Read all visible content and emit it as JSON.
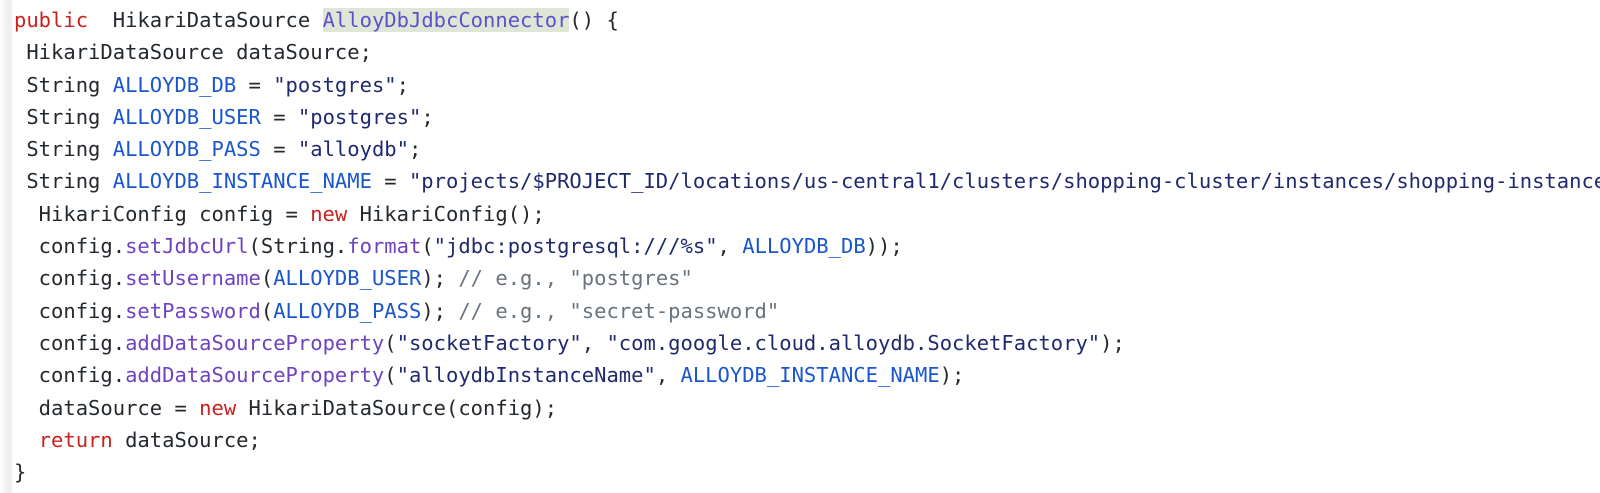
{
  "snippet": {
    "language": "java",
    "theme": {
      "background": "#ffffff",
      "default_text": "#24292e",
      "keyword": "#c9211e",
      "constant": "#1a56cc",
      "string": "#1f2a6e",
      "method": "#6f42c1",
      "comment": "#6a737d",
      "declaration_name": "#5b52c9",
      "declaration_highlight_bg": "#dfe6d8"
    },
    "lines": [
      {
        "id": 1,
        "indent": 0,
        "text": "public  HikariDataSource AlloyDbJdbcConnector() {",
        "tokens": [
          {
            "t": "public",
            "k": "kw"
          },
          {
            "t": "  ",
            "k": "punct"
          },
          {
            "t": "HikariDataSource ",
            "k": "type"
          },
          {
            "t": "AlloyDbJdbcConnector",
            "k": "decl-name"
          },
          {
            "t": "() {",
            "k": "punct"
          }
        ]
      },
      {
        "id": 2,
        "indent": 1,
        "text": " HikariDataSource dataSource;",
        "tokens": [
          {
            "t": " HikariDataSource dataSource;",
            "k": "type"
          }
        ]
      },
      {
        "id": 3,
        "indent": 1,
        "text": " String ALLOYDB_DB = \"postgres\";",
        "tokens": [
          {
            "t": " String ",
            "k": "type"
          },
          {
            "t": "ALLOYDB_DB",
            "k": "const"
          },
          {
            "t": " = ",
            "k": "punct"
          },
          {
            "t": "\"postgres\"",
            "k": "str"
          },
          {
            "t": ";",
            "k": "punct"
          }
        ]
      },
      {
        "id": 4,
        "indent": 1,
        "text": " String ALLOYDB_USER = \"postgres\";",
        "tokens": [
          {
            "t": " String ",
            "k": "type"
          },
          {
            "t": "ALLOYDB_USER",
            "k": "const"
          },
          {
            "t": " = ",
            "k": "punct"
          },
          {
            "t": "\"postgres\"",
            "k": "str"
          },
          {
            "t": ";",
            "k": "punct"
          }
        ]
      },
      {
        "id": 5,
        "indent": 1,
        "text": " String ALLOYDB_PASS = \"alloydb\";",
        "tokens": [
          {
            "t": " String ",
            "k": "type"
          },
          {
            "t": "ALLOYDB_PASS",
            "k": "const"
          },
          {
            "t": " = ",
            "k": "punct"
          },
          {
            "t": "\"alloydb\"",
            "k": "str"
          },
          {
            "t": ";",
            "k": "punct"
          }
        ]
      },
      {
        "id": 6,
        "indent": 1,
        "text": " String ALLOYDB_INSTANCE_NAME = \"projects/$PROJECT_ID/locations/us-central1/clusters/shopping-cluster/instances/shopping-instance\";",
        "tokens": [
          {
            "t": " String ",
            "k": "type"
          },
          {
            "t": "ALLOYDB_INSTANCE_NAME",
            "k": "const"
          },
          {
            "t": " = ",
            "k": "punct"
          },
          {
            "t": "\"projects/$PROJECT_ID/locations/us-central1/clusters/shopping-cluster/instances/shopping-instance\"",
            "k": "str"
          },
          {
            "t": ";",
            "k": "punct"
          }
        ]
      },
      {
        "id": 7,
        "indent": 2,
        "text": "  HikariConfig config = new HikariConfig();",
        "tokens": [
          {
            "t": "  HikariConfig config = ",
            "k": "type"
          },
          {
            "t": "new",
            "k": "kw"
          },
          {
            "t": " HikariConfig();",
            "k": "type"
          }
        ]
      },
      {
        "id": 8,
        "indent": 2,
        "text": "  config.setJdbcUrl(String.format(\"jdbc:postgresql:///%s\", ALLOYDB_DB));",
        "tokens": [
          {
            "t": "  config.",
            "k": "type"
          },
          {
            "t": "setJdbcUrl",
            "k": "method"
          },
          {
            "t": "(String.",
            "k": "punct"
          },
          {
            "t": "format",
            "k": "method"
          },
          {
            "t": "(",
            "k": "punct"
          },
          {
            "t": "\"jdbc:postgresql:///%s\"",
            "k": "str"
          },
          {
            "t": ", ",
            "k": "punct"
          },
          {
            "t": "ALLOYDB_DB",
            "k": "const"
          },
          {
            "t": "));",
            "k": "punct"
          }
        ]
      },
      {
        "id": 9,
        "indent": 2,
        "text": "  config.setUsername(ALLOYDB_USER); // e.g., \"postgres\"",
        "tokens": [
          {
            "t": "  config.",
            "k": "type"
          },
          {
            "t": "setUsername",
            "k": "method"
          },
          {
            "t": "(",
            "k": "punct"
          },
          {
            "t": "ALLOYDB_USER",
            "k": "const"
          },
          {
            "t": "); ",
            "k": "punct"
          },
          {
            "t": "// e.g., \"postgres\"",
            "k": "comment"
          }
        ]
      },
      {
        "id": 10,
        "indent": 2,
        "text": "  config.setPassword(ALLOYDB_PASS); // e.g., \"secret-password\"",
        "tokens": [
          {
            "t": "  config.",
            "k": "type"
          },
          {
            "t": "setPassword",
            "k": "method"
          },
          {
            "t": "(",
            "k": "punct"
          },
          {
            "t": "ALLOYDB_PASS",
            "k": "const"
          },
          {
            "t": "); ",
            "k": "punct"
          },
          {
            "t": "// e.g., \"secret-password\"",
            "k": "comment"
          }
        ]
      },
      {
        "id": 11,
        "indent": 2,
        "text": "  config.addDataSourceProperty(\"socketFactory\", \"com.google.cloud.alloydb.SocketFactory\");",
        "tokens": [
          {
            "t": "  config.",
            "k": "type"
          },
          {
            "t": "addDataSourceProperty",
            "k": "method"
          },
          {
            "t": "(",
            "k": "punct"
          },
          {
            "t": "\"socketFactory\"",
            "k": "str"
          },
          {
            "t": ", ",
            "k": "punct"
          },
          {
            "t": "\"com.google.cloud.alloydb.SocketFactory\"",
            "k": "str"
          },
          {
            "t": ");",
            "k": "punct"
          }
        ]
      },
      {
        "id": 12,
        "indent": 2,
        "text": "  config.addDataSourceProperty(\"alloydbInstanceName\", ALLOYDB_INSTANCE_NAME);",
        "tokens": [
          {
            "t": "  config.",
            "k": "type"
          },
          {
            "t": "addDataSourceProperty",
            "k": "method"
          },
          {
            "t": "(",
            "k": "punct"
          },
          {
            "t": "\"alloydbInstanceName\"",
            "k": "str"
          },
          {
            "t": ", ",
            "k": "punct"
          },
          {
            "t": "ALLOYDB_INSTANCE_NAME",
            "k": "const"
          },
          {
            "t": ");",
            "k": "punct"
          }
        ]
      },
      {
        "id": 13,
        "indent": 2,
        "text": "  dataSource = new HikariDataSource(config);",
        "tokens": [
          {
            "t": "  dataSource = ",
            "k": "type"
          },
          {
            "t": "new",
            "k": "kw"
          },
          {
            "t": " HikariDataSource(config);",
            "k": "type"
          }
        ]
      },
      {
        "id": 14,
        "indent": 2,
        "text": "  return dataSource;",
        "tokens": [
          {
            "t": "  ",
            "k": "punct"
          },
          {
            "t": "return",
            "k": "kw"
          },
          {
            "t": " dataSource;",
            "k": "type"
          }
        ]
      },
      {
        "id": 15,
        "indent": 0,
        "text": "}",
        "tokens": [
          {
            "t": "}",
            "k": "punct"
          }
        ]
      }
    ]
  }
}
